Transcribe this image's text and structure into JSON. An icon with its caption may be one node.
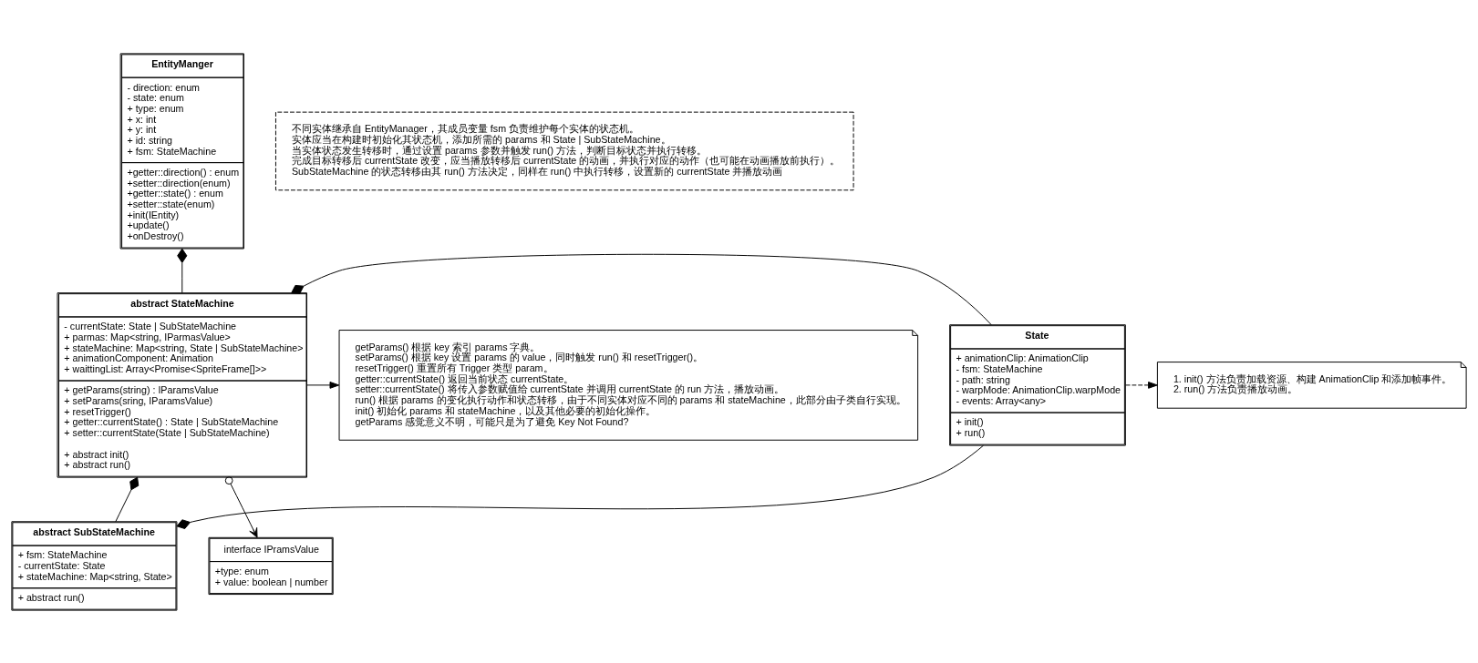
{
  "diagram": {
    "nodes": [
      {
        "text": [
          "EntityManger",
          "- direction: enum",
          "- state: enum",
          "+ type: enum",
          "+ x: int",
          "+ y: int",
          "+ id: string",
          "+ fsm: StateMachine",
          "+getter::direction() : enum",
          "+setter::direction(enum)",
          "+getter::state() : enum",
          "+setter::state(enum)",
          "+init(IEntity)",
          "+update()",
          "+onDestroy()"
        ]
      },
      {
        "text": [
          "不同实体继承自 EntityManager，其成员变量 fsm 负责维护每个实体的状态机。",
          "实体应当在构建时初始化其状态机，添加所需的 params 和 State | SubStateMachine。",
          "当实体状态发生转移时，通过设置 params 参数并触发 run() 方法，判断目标状态并执行转移。",
          "完成目标转移后 currentState 改变，应当播放转移后 currentState 的动画，并执行对应的动作（也可能在动画播放前执行）。",
          "SubStateMachine 的状态转移由其 run() 方法决定，同样在 run() 中执行转移，设置新的 currentState 并播放动画"
        ]
      },
      {
        "text": [
          "1. init() 方法负责加载资源、构建 AnimationClip 和添加帧事件。",
          "2. run() 方法负责播放动画。"
        ]
      },
      {
        "text": [
          "State",
          "+ animationClip: AnimationClip",
          "- fsm: StateMachine",
          "- path: string",
          "- warpMode: AnimationClip.warpMode",
          "- events: Array<any>",
          "+ init()",
          "+ run()"
        ]
      },
      {
        "text": [
          "abstract StateMachine",
          "- currentState: State | SubStateMachine",
          "+ parmas: Map<string, IParmasValue>",
          "+ stateMachine: Map<string, State | SubStateMachine>",
          "+ animationComponent: Animation",
          "+ waittingList: Array<Promise<SpriteFrame[]>>",
          "+ getParams(string) : IParamsValue",
          "+ setParams(sring, IParamsValue)",
          "+ resetTrigger()",
          "+ getter::currentState() : State | SubStateMachine",
          "+ setter::currentState(State | SubStateMachine)",
          "+ abstract init()",
          "+ abstract run()"
        ]
      },
      {
        "text": [
          "getParams() 根据 key 索引 params 字典。",
          "setParams() 根据 key 设置 params 的 value，同时触发 run() 和 resetTrigger()。",
          "resetTrigger() 重置所有 Trigger 类型 param。",
          "getter::currentState() 返回当前状态 currentState。",
          "setter::currentState() 将传入参数赋值给 currentState 并调用 currentState 的 run 方法，播放动画。",
          "run() 根据 params 的变化执行动作和状态转移，由于不同实体对应不同的 params 和 stateMachine，此部分由子类自行实现。",
          "init() 初始化 params 和 stateMachine，以及其他必要的初始化操作。",
          "getParams 感觉意义不明，可能只是为了避免 Key Not Found?"
        ]
      },
      {
        "text": [
          "abstract SubStateMachine",
          "+ fsm: StateMachine",
          "- currentState: State",
          "+ stateMachine: Map<string, State>",
          "+ abstract run()"
        ]
      },
      {
        "text": [
          "interface IPramsValue",
          "+type: enum",
          "+ value: boolean | number"
        ]
      }
    ],
    "edges": [
      {
        "from": 0,
        "to": 4,
        "arrow": "other"
      },
      {
        "from": 4,
        "to": 3,
        "arrow": "other"
      },
      {
        "from": 6,
        "to": 3,
        "arrow": "other"
      },
      {
        "from": 4,
        "to": 6,
        "arrow": "other"
      },
      {
        "from": 3,
        "to": 2,
        "arrow": "to",
        "style": "dashed"
      },
      {
        "from": 4,
        "to": 5,
        "arrow": "to"
      },
      {
        "from": 4,
        "to": 7,
        "arrow": "to"
      }
    ]
  }
}
